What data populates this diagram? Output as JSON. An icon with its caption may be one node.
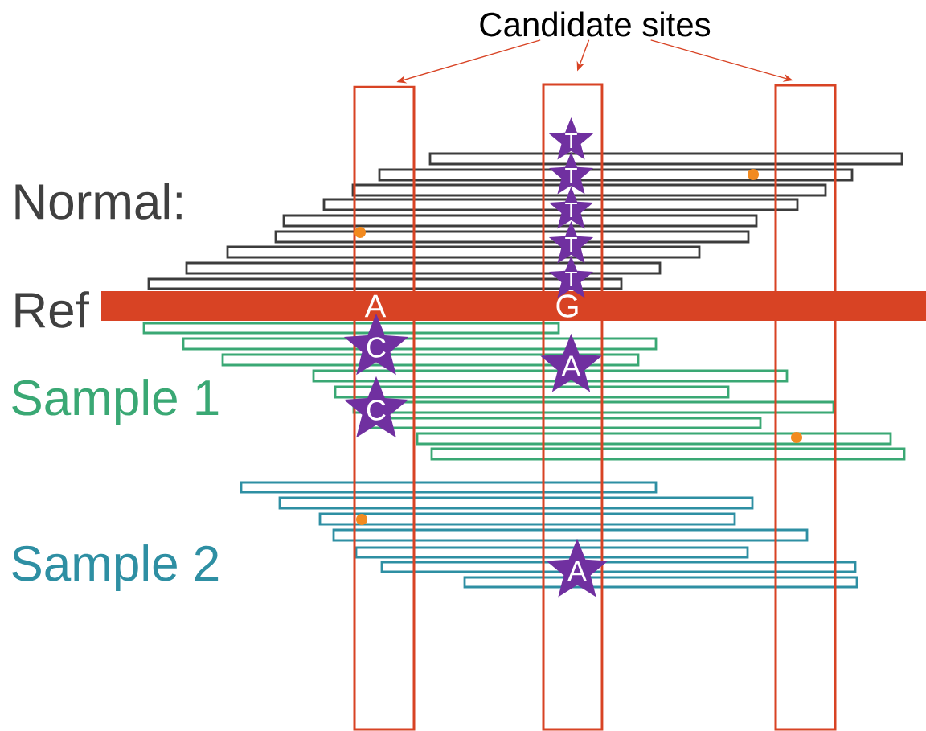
{
  "diagram": {
    "nodes": [
      {
        "text": [
          "Candidate sites"
        ]
      },
      {
        "text": [],
        "shape": "box"
      },
      {
        "text": [],
        "shape": "box"
      },
      {
        "text": [],
        "shape": "box"
      },
      {
        "text": [
          "A",
          "G"
        ],
        "beside": [
          "Ref"
        ]
      },
      {
        "text": [
          "T"
        ],
        "in": 2
      },
      {
        "text": [
          "T"
        ],
        "in": 2
      },
      {
        "text": [
          "T"
        ],
        "in": 2
      },
      {
        "text": [
          "T"
        ],
        "in": 2
      },
      {
        "text": [
          "T"
        ],
        "in": 2
      },
      {
        "text": [
          "C"
        ]
      },
      {
        "text": [
          "A"
        ],
        "in": 2
      },
      {
        "text": [
          "C"
        ]
      },
      {
        "text": [
          "A"
        ]
      }
    ],
    "edges": [
      {
        "from": 0,
        "to": 1,
        "arrow": "to"
      },
      {
        "from": 0,
        "to": 2,
        "arrow": "to"
      },
      {
        "from": 0,
        "to": 3,
        "arrow": "to"
      }
    ],
    "labels": [
      "Normal:",
      "Sample 1",
      "Sample 2"
    ]
  }
}
